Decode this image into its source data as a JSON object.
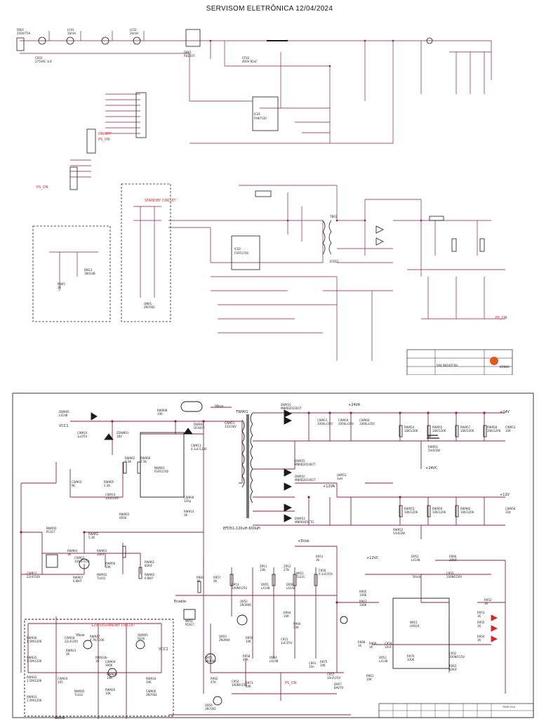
{
  "header": {
    "title": "SERVISOM ELETRÔNICA 12/04/2024"
  },
  "colors": {
    "wire": "#8a1f4f",
    "component": "#1a1a1a",
    "accent": "#d42626",
    "sheet_border": "#3a3a3a"
  },
  "sheet1": {
    "labels": {
      "standby_note": "STANDBY CIRCUIT",
      "logo": "KONKA",
      "block_note": "SP4 SN100TXH"
    },
    "components": [
      {
        "ref": "FB01",
        "value": "250V/T5A",
        "role": "fuse"
      },
      {
        "ref": "CS01",
        "value": "275VAC 1uF",
        "role": "capacitor"
      },
      {
        "ref": "LF01",
        "value": "30mH",
        "role": "inductor"
      },
      {
        "ref": "LF02",
        "value": "30mH",
        "role": "inductor"
      },
      {
        "ref": "DB01",
        "value": "RS1507",
        "role": "bridge"
      },
      {
        "ref": "CF02",
        "value": "400V 82uF",
        "role": "capacitor"
      },
      {
        "ref": "IC01",
        "value": "FAN7530",
        "role": "ic"
      },
      {
        "ref": "IC02",
        "value": "FSFR1700",
        "role": "ic"
      },
      {
        "ref": "TB01",
        "value": "EFD51",
        "role": "transformer"
      },
      {
        "ref": "RN05",
        "value": "2K",
        "role": "resistor"
      },
      {
        "ref": "DN13",
        "value": "1N4148",
        "role": "diode"
      },
      {
        "ref": "QN01",
        "value": "2N7002",
        "role": "transistor"
      }
    ]
  },
  "sheet2": {
    "labels": {
      "standby_note": "12V 5VSTANDBY CIRCUIT",
      "transformer": "EFD51-120uH-600uH",
      "tw": "TW901",
      "vbus": "Vbus",
      "vcc1": "VCC1",
      "enable": "Enable",
      "ps_on": "PS_ON",
      "rail_24": "+24V",
      "rail_24va": "+24VA",
      "rail_24vc": "+24VC",
      "rail_12": "+12V",
      "rail_12va": "+12VA",
      "rail_12vc": "+12VC",
      "rail_5": "+5Vsb",
      "vccs": "Vccs",
      "title_block": "TEDS 5V-0"
    },
    "components": [
      {
        "ref": "DW905",
        "value": "L4148"
      },
      {
        "ref": "RW908",
        "value": "10R"
      },
      {
        "ref": "DW901",
        "value": "UF4007"
      },
      {
        "ref": "CW911",
        "value": "333/1KV"
      },
      {
        "ref": "DW951",
        "value": "MBRB20100CT"
      },
      {
        "ref": "CW951",
        "value": "1000u/35V"
      },
      {
        "ref": "CW959",
        "value": "1000u/35V"
      },
      {
        "ref": "CW960",
        "value": "1000u/35V"
      },
      {
        "ref": "RW954",
        "value": "10K/1206"
      },
      {
        "ref": "RW955",
        "value": "10K/1206"
      },
      {
        "ref": "RW957",
        "value": "10K/1206"
      },
      {
        "ref": "RW958",
        "value": "10K/1206"
      },
      {
        "ref": "CW953",
        "value": "104"
      },
      {
        "ref": "RW951",
        "value": "5mR/2W"
      },
      {
        "ref": "ZDW901",
        "value": "18V"
      },
      {
        "ref": "CW910",
        "value": "1u/25V"
      },
      {
        "ref": "NW901",
        "value": "FSFR1700"
      },
      {
        "ref": "CW913",
        "value": "0.1uF/1206"
      },
      {
        "ref": "RW902",
        "value": "7.5K"
      },
      {
        "ref": "RW905",
        "value": "2.2K"
      },
      {
        "ref": "RW906",
        "value": "7.5K"
      },
      {
        "ref": "CW914",
        "value": "33uF/16V"
      },
      {
        "ref": "CW909",
        "value": "102p"
      },
      {
        "ref": "RW914",
        "value": "1K"
      },
      {
        "ref": "CW902",
        "value": "NC"
      },
      {
        "ref": "RW903",
        "value": "0R56"
      },
      {
        "ref": "DW955",
        "value": "MBRB20100CT"
      },
      {
        "ref": "DW952",
        "value": "MBRB20100CT"
      },
      {
        "ref": "LW951",
        "value": "3uH"
      },
      {
        "ref": "DW953",
        "value": "MBR6045CTG"
      },
      {
        "ref": "CW956",
        "value": "104"
      },
      {
        "ref": "RW952",
        "value": "5mR/2W"
      },
      {
        "ref": "RW959",
        "value": "10K/1206"
      },
      {
        "ref": "RW960",
        "value": "10K/1206"
      },
      {
        "ref": "RW953",
        "value": "10K/1206"
      },
      {
        "ref": "NW950",
        "value": "PC817"
      },
      {
        "ref": "RW962",
        "value": "5.1K"
      },
      {
        "ref": "RW964",
        "value": "1K"
      },
      {
        "ref": "RW963",
        "value": "20K/F"
      },
      {
        "ref": "RW961",
        "value": "82K/F"
      },
      {
        "ref": "RW965",
        "value": "6.8K/F"
      },
      {
        "ref": "RW967",
        "value": "6.8K/F"
      },
      {
        "ref": "NW952",
        "value": "TL431"
      },
      {
        "ref": "CW957",
        "value": "22nF/50V"
      },
      {
        "ref": "CW952",
        "value": "100nF/25V"
      },
      {
        "ref": "RW956",
        "value": "10K"
      },
      {
        "ref": "N950",
        "value": "PC817"
      },
      {
        "ref": "R983",
        "value": "1K"
      },
      {
        "ref": "R957",
        "value": "2K"
      },
      {
        "ref": "C953",
        "value": "100NF/25V"
      },
      {
        "ref": "Q952",
        "value": "2N3906"
      },
      {
        "ref": "Q953",
        "value": "2N3904"
      },
      {
        "ref": "Z951",
        "value": "13B"
      },
      {
        "ref": "Z952",
        "value": "27B"
      },
      {
        "ref": "D955",
        "value": "L4148"
      },
      {
        "ref": "D956",
        "value": "L4148"
      },
      {
        "ref": "N952",
        "value": "TL431"
      },
      {
        "ref": "C956",
        "value": "0.1uF/25V"
      },
      {
        "ref": "R951",
        "value": "1K"
      },
      {
        "ref": "R964",
        "value": "10K"
      },
      {
        "ref": "R960",
        "value": "33K"
      },
      {
        "ref": "R959",
        "value": "10K"
      },
      {
        "ref": "R958",
        "value": "47K"
      },
      {
        "ref": "D954",
        "value": "L4148"
      },
      {
        "ref": "C951",
        "value": "1uF/25V"
      },
      {
        "ref": "Q951",
        "value": "2N3904"
      },
      {
        "ref": "R962",
        "value": "47K"
      },
      {
        "ref": "C954",
        "value": "100NF/25V"
      },
      {
        "ref": "R973",
        "value": "10K"
      },
      {
        "ref": "Q954",
        "value": "2N7002"
      },
      {
        "ref": "N951",
        "value": "LM324"
      },
      {
        "ref": "D952",
        "value": "L4148"
      },
      {
        "ref": "R966",
        "value": "20K/F"
      },
      {
        "ref": "C955",
        "value": "100NF/50V"
      },
      {
        "ref": "R965",
        "value": "100K"
      },
      {
        "ref": "R967",
        "value": "100K"
      },
      {
        "ref": "R968",
        "value": "1K"
      },
      {
        "ref": "C959",
        "value": "10nF"
      },
      {
        "ref": "R969",
        "value": "1K"
      },
      {
        "ref": "D953",
        "value": "L4148"
      },
      {
        "ref": "R970",
        "value": "100K"
      },
      {
        "ref": "C952",
        "value": "100NF/25V"
      },
      {
        "ref": "R963",
        "value": "82K/F"
      },
      {
        "ref": "R953",
        "value": "1K"
      },
      {
        "ref": "R955",
        "value": "1K"
      },
      {
        "ref": "R954",
        "value": "1K"
      },
      {
        "ref": "R952",
        "value": "1K"
      },
      {
        "ref": "C961",
        "value": "10n"
      },
      {
        "ref": "C957",
        "value": "10nF/25V"
      },
      {
        "ref": "R961",
        "value": "10K"
      },
      {
        "ref": "D957",
        "value": "BAV70"
      },
      {
        "ref": "R975",
        "value": "10K"
      },
      {
        "ref": "RW936",
        "value": "1.5M/1206"
      },
      {
        "ref": "RW935",
        "value": "1.5M/1206"
      },
      {
        "ref": "RW932",
        "value": "1.5M/1206"
      },
      {
        "ref": "RW933",
        "value": "1.5M/1206"
      },
      {
        "ref": "CW918",
        "value": "22uF/20V"
      },
      {
        "ref": "RW923",
        "value": "2K"
      },
      {
        "ref": "RW927",
        "value": "4.7K/1206"
      },
      {
        "ref": "RW933b",
        "value": "1K"
      },
      {
        "ref": "QW905",
        "value": "S100"
      },
      {
        "ref": "CW904",
        "value": "3906"
      },
      {
        "ref": "RW928",
        "value": "10K"
      },
      {
        "ref": "RW934",
        "value": "10K"
      },
      {
        "ref": "CW906",
        "value": "2N7002"
      },
      {
        "ref": "NW905",
        "value": "TL431"
      },
      {
        "ref": "RW926",
        "value": "10K"
      },
      {
        "ref": "RW938",
        "value": ""
      },
      {
        "ref": "CW919",
        "value": "105"
      }
    ]
  }
}
